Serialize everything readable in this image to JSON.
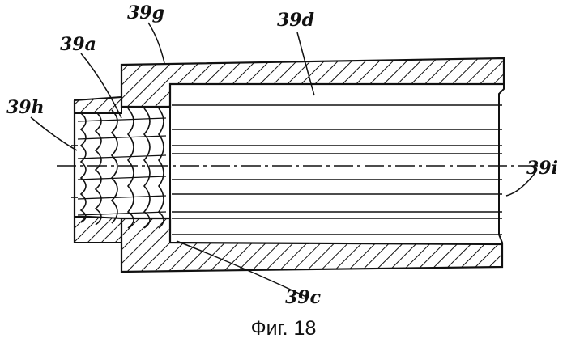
{
  "labels": {
    "39g": "39g",
    "39d": "39d",
    "39a": "39a",
    "39h": "39h",
    "39i": "39i",
    "39c": "39c"
  },
  "caption": "Фиг. 18"
}
